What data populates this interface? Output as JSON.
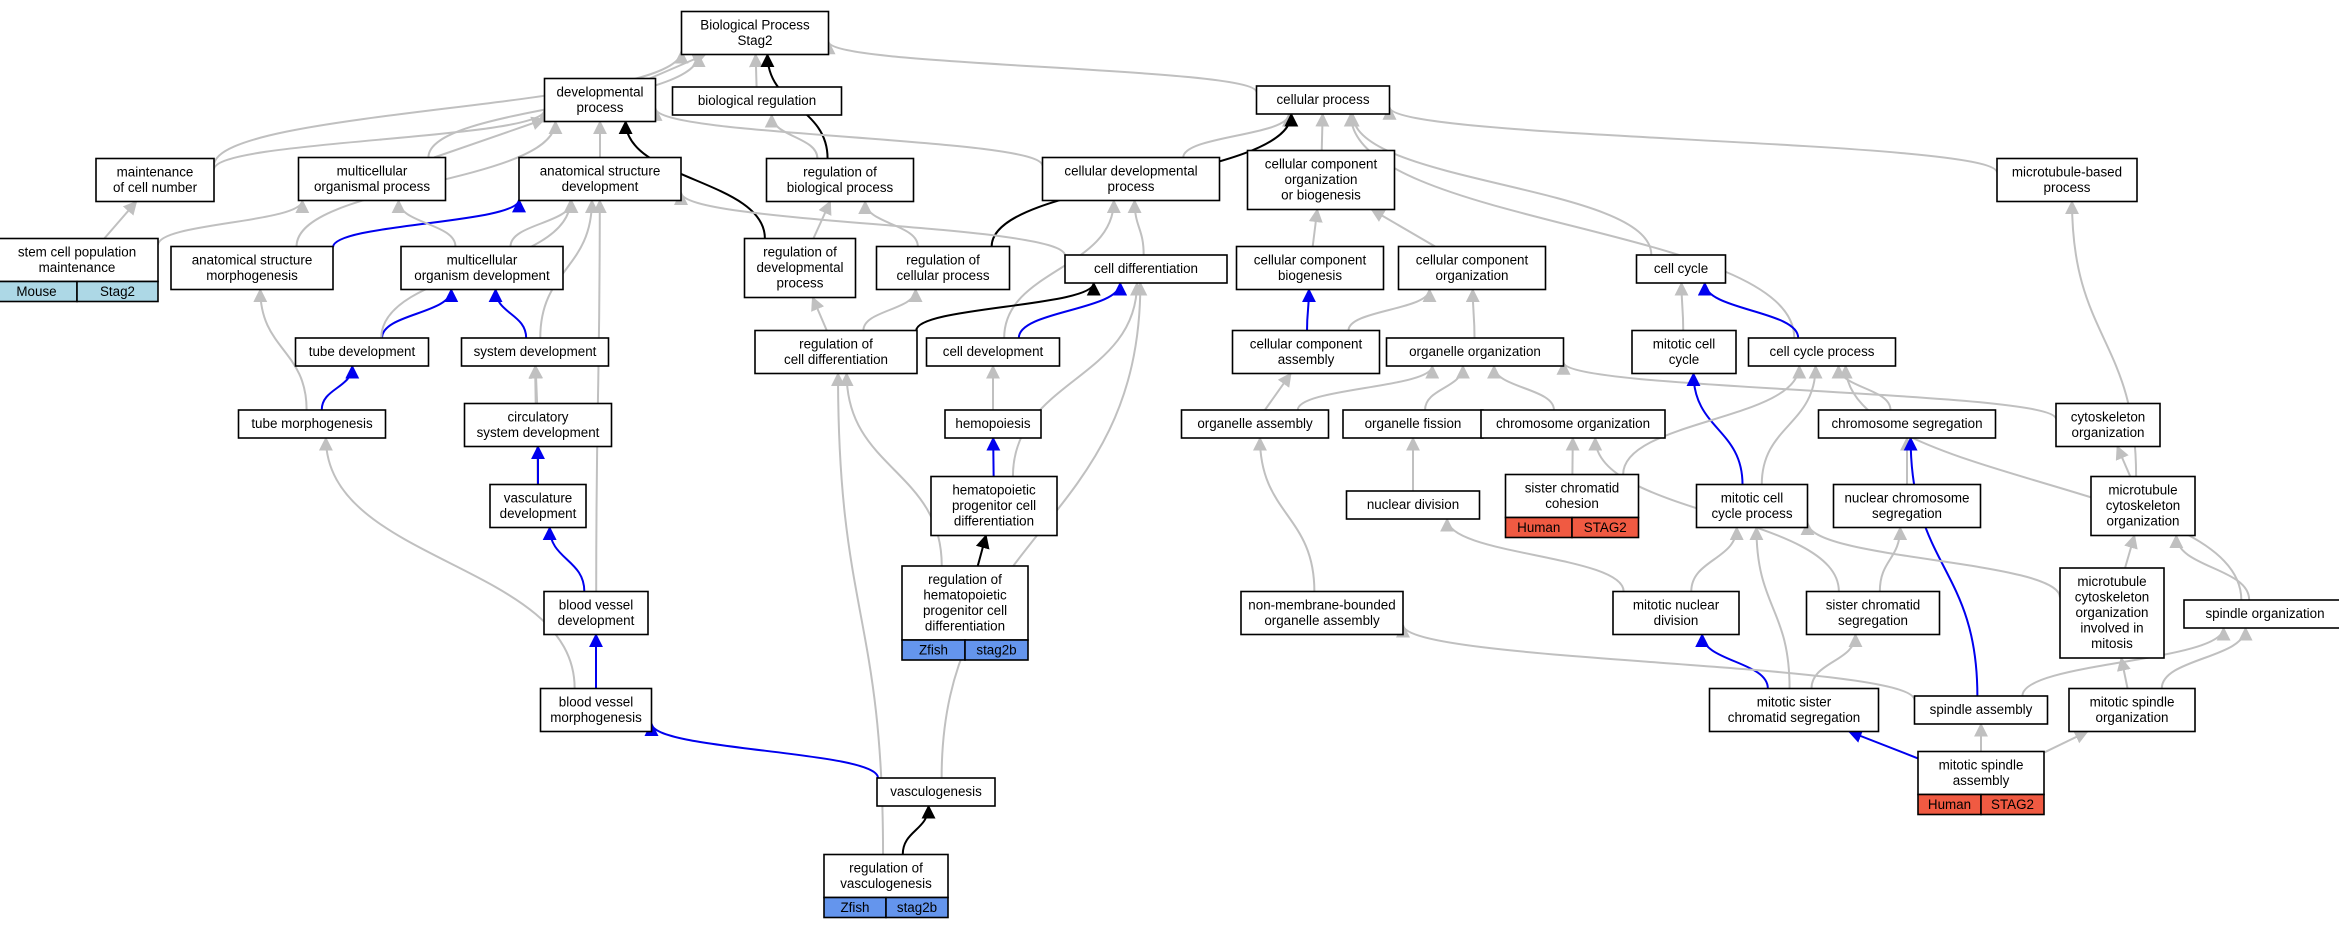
{
  "graph": {
    "colors": {
      "is_a": "#c0c0c0",
      "part_of": "#0000ee",
      "regulates": "#000000",
      "box_stroke": "#000000",
      "mouse_tag": "#add8e6",
      "zfish_tag": "#6495ed",
      "human_tag": "#f05a42"
    },
    "nodes": [
      {
        "id": "bp",
        "lines": [
          "Biological Process",
          "Stag2"
        ]
      },
      {
        "id": "dev",
        "lines": [
          "developmental",
          "process"
        ]
      },
      {
        "id": "bioreg",
        "lines": [
          "biological regulation"
        ]
      },
      {
        "id": "cellproc",
        "lines": [
          "cellular process"
        ]
      },
      {
        "id": "maint",
        "lines": [
          "maintenance",
          "of cell number"
        ]
      },
      {
        "id": "multi",
        "lines": [
          "multicellular",
          "organismal process"
        ]
      },
      {
        "id": "asd",
        "lines": [
          "anatomical structure",
          "development"
        ]
      },
      {
        "id": "regbp",
        "lines": [
          "regulation of",
          "biological process"
        ]
      },
      {
        "id": "celldevproc",
        "lines": [
          "cellular developmental",
          "process"
        ]
      },
      {
        "id": "ccorg",
        "lines": [
          "cellular component",
          "organization",
          "or biogenesis"
        ]
      },
      {
        "id": "mtproc",
        "lines": [
          "microtubule-based",
          "process"
        ]
      },
      {
        "id": "stem",
        "lines": [
          "stem cell population",
          "maintenance"
        ],
        "tags": [
          "Mouse",
          "Stag2"
        ],
        "tag_color": "mouse_tag"
      },
      {
        "id": "asm",
        "lines": [
          "anatomical structure",
          "morphogenesis"
        ]
      },
      {
        "id": "mod",
        "lines": [
          "multicellular",
          "organism development"
        ]
      },
      {
        "id": "regdev",
        "lines": [
          "regulation of",
          "developmental",
          "process"
        ]
      },
      {
        "id": "regcell",
        "lines": [
          "regulation of",
          "cellular process"
        ]
      },
      {
        "id": "celldiff",
        "lines": [
          "cell differentiation"
        ]
      },
      {
        "id": "ccbio",
        "lines": [
          "cellular component",
          "biogenesis"
        ]
      },
      {
        "id": "ccorg2",
        "lines": [
          "cellular component",
          "organization"
        ]
      },
      {
        "id": "cellcycle",
        "lines": [
          "cell cycle"
        ]
      },
      {
        "id": "tubedev",
        "lines": [
          "tube development"
        ]
      },
      {
        "id": "sysdev",
        "lines": [
          "system development"
        ]
      },
      {
        "id": "regcd",
        "lines": [
          "regulation of",
          "cell differentiation"
        ]
      },
      {
        "id": "celldev",
        "lines": [
          "cell development"
        ]
      },
      {
        "id": "ccasm",
        "lines": [
          "cellular component",
          "assembly"
        ]
      },
      {
        "id": "orgorg",
        "lines": [
          "organelle organization"
        ]
      },
      {
        "id": "mitcc",
        "lines": [
          "mitotic cell",
          "cycle"
        ]
      },
      {
        "id": "ccproc",
        "lines": [
          "cell cycle process"
        ]
      },
      {
        "id": "tubemorph",
        "lines": [
          "tube morphogenesis"
        ]
      },
      {
        "id": "circ",
        "lines": [
          "circulatory",
          "system development"
        ]
      },
      {
        "id": "hemo",
        "lines": [
          "hemopoiesis"
        ]
      },
      {
        "id": "orgasm",
        "lines": [
          "organelle assembly"
        ]
      },
      {
        "id": "orgfis",
        "lines": [
          "organelle fission"
        ]
      },
      {
        "id": "chromorg",
        "lines": [
          "chromosome organization"
        ]
      },
      {
        "id": "chromseg",
        "lines": [
          "chromosome segregation"
        ]
      },
      {
        "id": "cytorg",
        "lines": [
          "cytoskeleton",
          "organization"
        ]
      },
      {
        "id": "vasdev",
        "lines": [
          "vasculature",
          "development"
        ]
      },
      {
        "id": "hpcd",
        "lines": [
          "hematopoietic",
          "progenitor cell",
          "differentiation"
        ]
      },
      {
        "id": "nucdiv",
        "lines": [
          "nuclear division"
        ]
      },
      {
        "id": "scc",
        "lines": [
          "sister chromatid",
          "cohesion"
        ],
        "tags": [
          "Human",
          "STAG2"
        ],
        "tag_color": "human_tag"
      },
      {
        "id": "mccp",
        "lines": [
          "mitotic cell",
          "cycle process"
        ]
      },
      {
        "id": "ncs",
        "lines": [
          "nuclear chromosome",
          "segregation"
        ]
      },
      {
        "id": "mtco",
        "lines": [
          "microtubule",
          "cytoskeleton",
          "organization"
        ]
      },
      {
        "id": "regh",
        "lines": [
          "regulation of",
          "hematopoietic",
          "progenitor cell",
          "differentiation"
        ],
        "tags": [
          "Zfish",
          "stag2b"
        ],
        "tag_color": "zfish_tag"
      },
      {
        "id": "bvd",
        "lines": [
          "blood vessel",
          "development"
        ]
      },
      {
        "id": "nmboa",
        "lines": [
          "non-membrane-bounded",
          "organelle assembly"
        ]
      },
      {
        "id": "mnd",
        "lines": [
          "mitotic nuclear",
          "division"
        ]
      },
      {
        "id": "scs",
        "lines": [
          "sister chromatid",
          "segregation"
        ]
      },
      {
        "id": "mtcom",
        "lines": [
          "microtubule",
          "cytoskeleton",
          "organization",
          "involved in",
          "mitosis"
        ]
      },
      {
        "id": "spo",
        "lines": [
          "spindle organization"
        ]
      },
      {
        "id": "bvm",
        "lines": [
          "blood vessel",
          "morphogenesis"
        ]
      },
      {
        "id": "mscs",
        "lines": [
          "mitotic sister",
          "chromatid segregation"
        ]
      },
      {
        "id": "spa",
        "lines": [
          "spindle assembly"
        ]
      },
      {
        "id": "mspo",
        "lines": [
          "mitotic spindle",
          "organization"
        ]
      },
      {
        "id": "vasc",
        "lines": [
          "vasculogenesis"
        ]
      },
      {
        "id": "msa",
        "lines": [
          "mitotic spindle",
          "assembly"
        ],
        "tags": [
          "Human",
          "STAG2"
        ],
        "tag_color": "human_tag"
      },
      {
        "id": "regvasc",
        "lines": [
          "regulation of",
          "vasculogenesis"
        ],
        "tags": [
          "Zfish",
          "stag2b"
        ],
        "tag_color": "zfish_tag"
      }
    ],
    "edges": [
      [
        "dev",
        "bp",
        "is_a"
      ],
      [
        "bioreg",
        "bp",
        "is_a"
      ],
      [
        "regbp",
        "bp",
        "regulates"
      ],
      [
        "cellproc",
        "bp",
        "is_a"
      ],
      [
        "maint",
        "bp",
        "is_a"
      ],
      [
        "multi",
        "bp",
        "is_a"
      ],
      [
        "asd",
        "dev",
        "is_a"
      ],
      [
        "multi",
        "dev",
        "is_a"
      ],
      [
        "maint",
        "dev",
        "is_a"
      ],
      [
        "celldevproc",
        "dev",
        "is_a"
      ],
      [
        "regdev",
        "dev",
        "regulates"
      ],
      [
        "regbp",
        "bioreg",
        "is_a"
      ],
      [
        "celldevproc",
        "cellproc",
        "is_a"
      ],
      [
        "ccorg",
        "cellproc",
        "is_a"
      ],
      [
        "mtproc",
        "cellproc",
        "is_a"
      ],
      [
        "regcell",
        "cellproc",
        "regulates"
      ],
      [
        "cellcycle",
        "cellproc",
        "is_a"
      ],
      [
        "ccproc",
        "cellproc",
        "is_a"
      ],
      [
        "stem",
        "maint",
        "is_a"
      ],
      [
        "stem",
        "multi",
        "is_a"
      ],
      [
        "asm",
        "asd",
        "part_of"
      ],
      [
        "mod",
        "asd",
        "is_a"
      ],
      [
        "sysdev",
        "asd",
        "is_a"
      ],
      [
        "bvd",
        "asd",
        "is_a"
      ],
      [
        "celldiff",
        "asd",
        "is_a"
      ],
      [
        "regdev",
        "regbp",
        "is_a"
      ],
      [
        "regcell",
        "regbp",
        "is_a"
      ],
      [
        "celldiff",
        "celldevproc",
        "is_a"
      ],
      [
        "celldev",
        "celldevproc",
        "is_a"
      ],
      [
        "ccbio",
        "ccorg",
        "is_a"
      ],
      [
        "ccorg2",
        "ccorg",
        "is_a"
      ],
      [
        "mod",
        "multi",
        "is_a"
      ],
      [
        "asm",
        "dev",
        "is_a"
      ],
      [
        "tubemorph",
        "asm",
        "is_a"
      ],
      [
        "tubedev",
        "mod",
        "part_of"
      ],
      [
        "sysdev",
        "mod",
        "part_of"
      ],
      [
        "regcd",
        "regdev",
        "is_a"
      ],
      [
        "regcd",
        "regcell",
        "is_a"
      ],
      [
        "regcd",
        "celldiff",
        "regulates"
      ],
      [
        "celldev",
        "celldiff",
        "part_of"
      ],
      [
        "hpcd",
        "celldiff",
        "is_a"
      ],
      [
        "vasc",
        "celldiff",
        "is_a"
      ],
      [
        "ccasm",
        "ccbio",
        "part_of"
      ],
      [
        "ccasm",
        "ccorg2",
        "is_a"
      ],
      [
        "orgorg",
        "ccorg2",
        "is_a"
      ],
      [
        "mitcc",
        "cellcycle",
        "is_a"
      ],
      [
        "ccproc",
        "cellcycle",
        "part_of"
      ],
      [
        "tubemorph",
        "tubedev",
        "part_of"
      ],
      [
        "tubedev",
        "asd",
        "is_a"
      ],
      [
        "circ",
        "sysdev",
        "is_a"
      ],
      [
        "vasdev",
        "sysdev",
        "is_a"
      ],
      [
        "hemo",
        "celldev",
        "is_a"
      ],
      [
        "orgasm",
        "ccasm",
        "is_a"
      ],
      [
        "orgasm",
        "orgorg",
        "is_a"
      ],
      [
        "orgfis",
        "orgorg",
        "is_a"
      ],
      [
        "chromorg",
        "orgorg",
        "is_a"
      ],
      [
        "cytorg",
        "orgorg",
        "is_a"
      ],
      [
        "mccp",
        "mitcc",
        "part_of"
      ],
      [
        "mccp",
        "ccproc",
        "is_a"
      ],
      [
        "chromseg",
        "ccproc",
        "is_a"
      ],
      [
        "scc",
        "ccproc",
        "is_a"
      ],
      [
        "spo",
        "ccproc",
        "is_a"
      ],
      [
        "vasdev",
        "circ",
        "part_of"
      ],
      [
        "hpcd",
        "hemo",
        "part_of"
      ],
      [
        "nucdiv",
        "orgfis",
        "is_a"
      ],
      [
        "scc",
        "chromorg",
        "is_a"
      ],
      [
        "ncs",
        "chromseg",
        "is_a"
      ],
      [
        "spa",
        "chromseg",
        "part_of"
      ],
      [
        "mtco",
        "cytorg",
        "is_a"
      ],
      [
        "mtco",
        "mtproc",
        "is_a"
      ],
      [
        "bvd",
        "vasdev",
        "part_of"
      ],
      [
        "regh",
        "hpcd",
        "regulates"
      ],
      [
        "regh",
        "regcd",
        "is_a"
      ],
      [
        "mnd",
        "nucdiv",
        "is_a"
      ],
      [
        "mnd",
        "mccp",
        "is_a"
      ],
      [
        "scs",
        "ncs",
        "is_a"
      ],
      [
        "scs",
        "chromorg",
        "is_a"
      ],
      [
        "mtcom",
        "mtco",
        "is_a"
      ],
      [
        "mtcom",
        "mccp",
        "is_a"
      ],
      [
        "spo",
        "mtco",
        "is_a"
      ],
      [
        "bvm",
        "bvd",
        "part_of"
      ],
      [
        "bvm",
        "tubemorph",
        "is_a"
      ],
      [
        "mscs",
        "mnd",
        "part_of"
      ],
      [
        "mscs",
        "scs",
        "is_a"
      ],
      [
        "mscs",
        "mccp",
        "is_a"
      ],
      [
        "spa",
        "nmboa",
        "is_a"
      ],
      [
        "spa",
        "spo",
        "is_a"
      ],
      [
        "mspo",
        "spo",
        "is_a"
      ],
      [
        "mspo",
        "mtcom",
        "is_a"
      ],
      [
        "nmboa",
        "orgasm",
        "is_a"
      ],
      [
        "vasc",
        "bvm",
        "part_of"
      ],
      [
        "msa",
        "spa",
        "is_a"
      ],
      [
        "msa",
        "mscs",
        "part_of"
      ],
      [
        "msa",
        "mspo",
        "is_a"
      ],
      [
        "regvasc",
        "vasc",
        "regulates"
      ],
      [
        "regvasc",
        "regcd",
        "is_a"
      ]
    ]
  }
}
